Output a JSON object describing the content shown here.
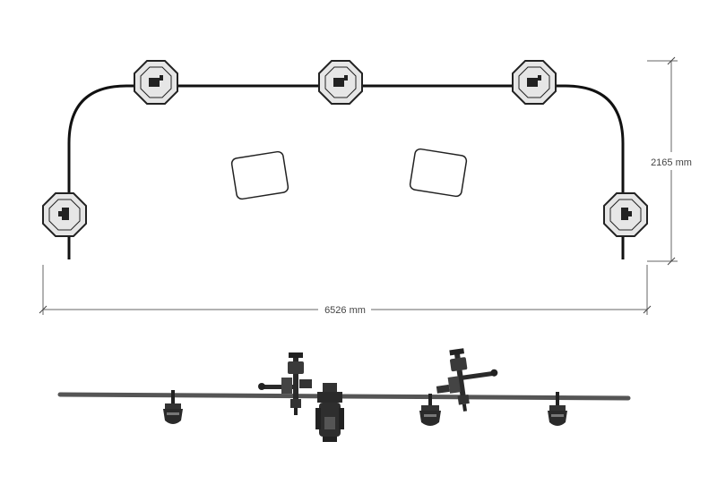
{
  "dimensions": {
    "width_label": "6526 mm",
    "height_label": "2165 mm"
  },
  "colors": {
    "line": "#111111",
    "dimension_line": "#666666",
    "octagon_fill": "#e6e6e6",
    "octagon_stroke": "#222222",
    "panel_stroke": "#222222",
    "accessory_fill": "#2a2a2a"
  },
  "plan_view": {
    "top_mounts": [
      "octagon-clamp",
      "octagon-clamp",
      "octagon-clamp"
    ],
    "side_mounts": [
      "octagon-clamp",
      "octagon-clamp"
    ],
    "panels": [
      "rounded-panel",
      "rounded-panel"
    ]
  },
  "front_view": {
    "components": [
      "fixture",
      "motorized-arm",
      "projector",
      "fixture",
      "motorized-arm",
      "fixture"
    ]
  }
}
